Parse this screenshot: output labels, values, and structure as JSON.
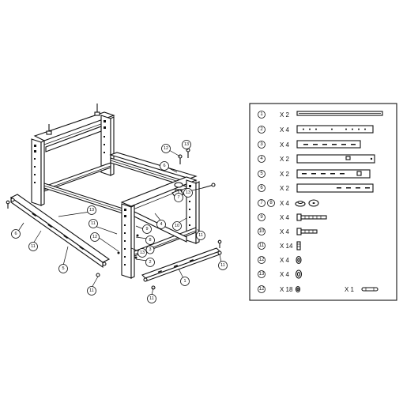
{
  "parts_table": {
    "rows": [
      {
        "number": "1",
        "qty": "X 2",
        "icon": "long-rail-icon"
      },
      {
        "number": "2",
        "qty": "X 4",
        "icon": "perforated-bar-icon"
      },
      {
        "number": "3",
        "qty": "X 4",
        "icon": "slotted-bar-icon"
      },
      {
        "number": "4",
        "qty": "X 2",
        "icon": "crossbar-icon"
      },
      {
        "number": "5",
        "qty": "X 2",
        "icon": "slotted-channel-icon"
      },
      {
        "number": "6",
        "qty": "X 2",
        "icon": "slotted-plate-icon"
      },
      {
        "number": "7",
        "number_b": "8",
        "qty": "X 4",
        "icon": "foot-washer-icon"
      },
      {
        "number": "9",
        "qty": "X 4",
        "icon": "long-bolt-icon"
      },
      {
        "number": "10",
        "qty": "X 4",
        "icon": "short-bolt-icon"
      },
      {
        "number": "11",
        "qty": "X 14",
        "icon": "screw-icon"
      },
      {
        "number": "12",
        "qty": "X 4",
        "icon": "nut-icon"
      },
      {
        "number": "13",
        "qty": "X 4",
        "icon": "lock-nut-icon"
      },
      {
        "number": "12",
        "qty": "X 18",
        "icon": "washer-icon"
      }
    ],
    "extra": {
      "qty": "X 1",
      "icon": "wrench-icon"
    }
  },
  "callouts": [
    {
      "id": "c12a",
      "label": "12"
    },
    {
      "id": "c13a",
      "label": "13"
    },
    {
      "id": "c6a",
      "label": "6"
    },
    {
      "id": "c7a",
      "label": "7"
    },
    {
      "id": "c13b",
      "label": "13"
    },
    {
      "id": "c4a",
      "label": "4"
    },
    {
      "id": "c10a",
      "label": "10"
    },
    {
      "id": "c11a",
      "label": "11"
    },
    {
      "id": "c9a",
      "label": "9"
    },
    {
      "id": "c8a",
      "label": "8"
    },
    {
      "id": "c13c",
      "label": "13"
    },
    {
      "id": "c11b",
      "label": "11"
    },
    {
      "id": "c12b",
      "label": "12"
    },
    {
      "id": "c13d",
      "label": "13"
    },
    {
      "id": "c2a",
      "label": "2"
    },
    {
      "id": "c3a",
      "label": "3"
    },
    {
      "id": "c1a",
      "label": "1"
    },
    {
      "id": "c11c",
      "label": "11"
    },
    {
      "id": "c11d",
      "label": "11"
    },
    {
      "id": "c5a",
      "label": "5"
    },
    {
      "id": "c6b",
      "label": "6"
    },
    {
      "id": "c11e",
      "label": "11"
    },
    {
      "id": "c11f",
      "label": "11"
    }
  ]
}
